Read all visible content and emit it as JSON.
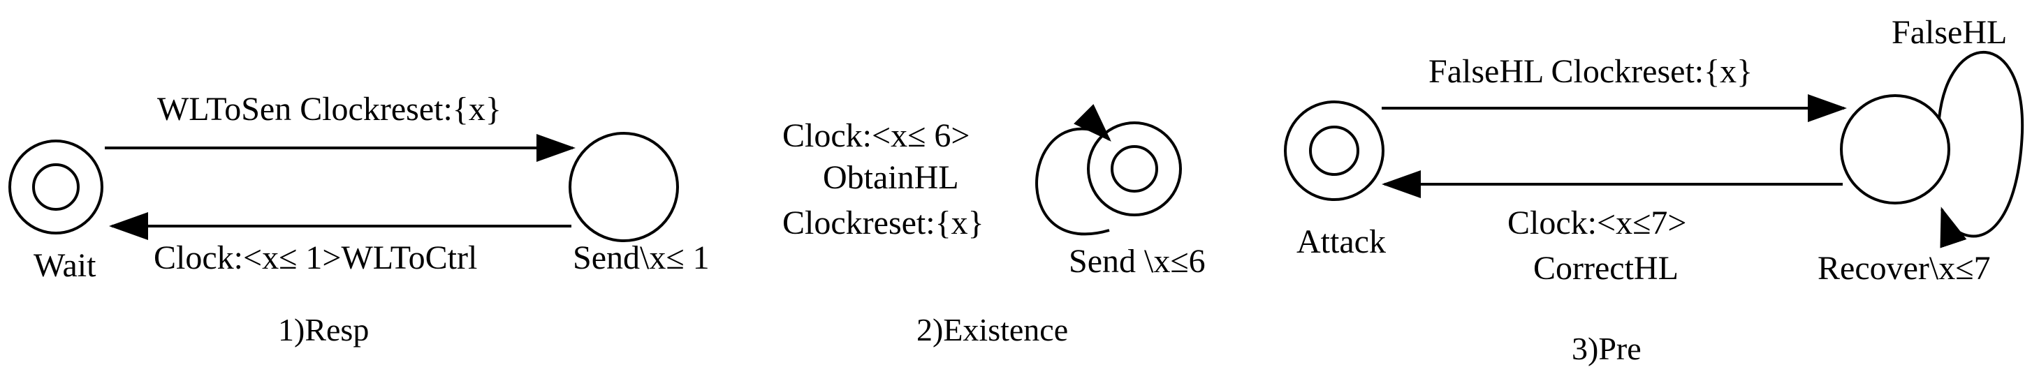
{
  "diagrams": [
    {
      "caption": "1)Resp",
      "states": [
        {
          "name": "Wait",
          "initial": true
        },
        {
          "name": "Send\\x≤ 1",
          "initial": false
        }
      ],
      "transitions": [
        {
          "label": "WLToSen Clockreset:{x}"
        },
        {
          "label": "Clock:<x≤ 1>WLToCtrl"
        }
      ]
    },
    {
      "caption": "2)Existence",
      "states": [
        {
          "name": "Send \\x≤6",
          "initial": true
        }
      ],
      "transitions": [
        {
          "label_lines": [
            "Clock:<x≤ 6>",
            "ObtainHL",
            "Clockreset:{x}"
          ]
        }
      ]
    },
    {
      "caption": "3)Pre",
      "states": [
        {
          "name": "Attack",
          "initial": true
        },
        {
          "name": "Recover\\x≤7",
          "initial": false
        }
      ],
      "transitions": [
        {
          "label": "FalseHL Clockreset:{x}"
        },
        {
          "label_lines": [
            "Clock:<x≤7>",
            "CorrectHL"
          ]
        },
        {
          "label": "FalseHL"
        }
      ]
    }
  ]
}
